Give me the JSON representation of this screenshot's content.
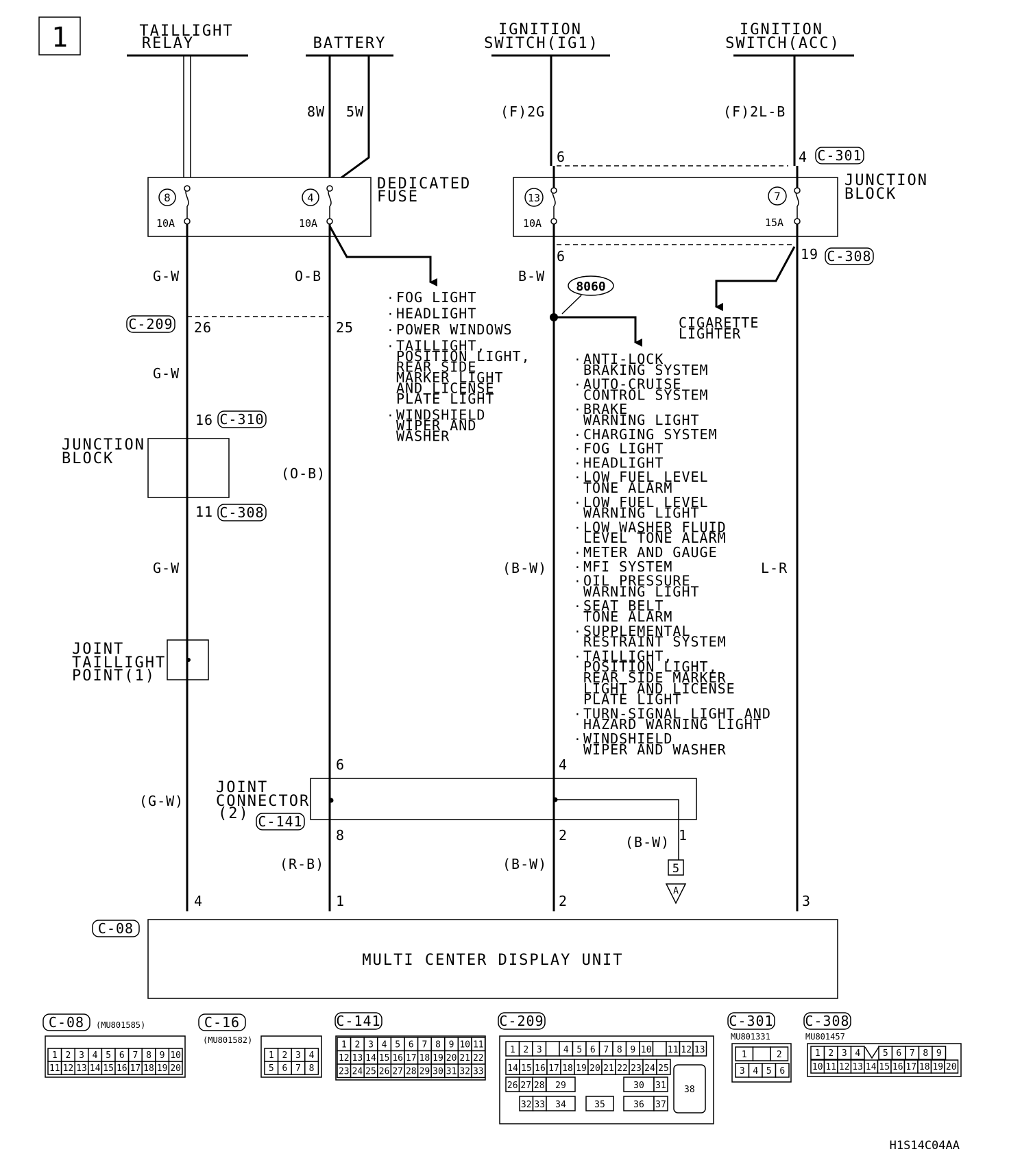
{
  "page_number": "1",
  "sources": {
    "taillight_relay": [
      "TAILLIGHT",
      "RELAY"
    ],
    "battery": "BATTERY",
    "ig1": [
      "IGNITION",
      "SWITCH(IG1)"
    ],
    "acc": [
      "IGNITION",
      "SWITCH(ACC)"
    ]
  },
  "wires": {
    "bat_8w": "8W",
    "bat_5w": "5W",
    "ig1_wire": "(F)2G",
    "acc_wire": "(F)2L-B",
    "gw1": "G-W",
    "ob": "O-B",
    "bw": "B-W",
    "gw2": "G-W",
    "gw3": "G-W",
    "ob_paren": "(O-B)",
    "bw_paren": "(B-W)",
    "lr": "L-R",
    "gw_paren": "(G-W)",
    "rb_paren": "(R-B)",
    "bw_paren2": "(B-W)",
    "bw_branch": "(B-W)"
  },
  "dedicated_fuse": {
    "label": [
      "DEDICATED",
      "FUSE"
    ],
    "fuse_a": {
      "num": "8",
      "amps": "10A"
    },
    "fuse_b": {
      "num": "4",
      "amps": "10A"
    }
  },
  "junction_block_top": {
    "label": [
      "JUNCTION",
      "BLOCK"
    ],
    "fuse_a": {
      "num": "13",
      "amps": "10A"
    },
    "fuse_b": {
      "num": "7",
      "amps": "15A"
    }
  },
  "connectors": {
    "c301": "C-301",
    "c308a": "C-308",
    "c209": "C-209",
    "c310": "C-310",
    "c308b": "C-308",
    "c141": "C-141",
    "c08": "C-08"
  },
  "pins": {
    "p6_ig1_top": "6",
    "p4_acc_top": "4",
    "p6_ig1_bot": "6",
    "p19_acc": "19",
    "p26": "26",
    "p25": "25",
    "p16": "16",
    "p11": "11",
    "p6_jc": "6",
    "p4_jc": "4",
    "p8_jc": "8",
    "p2_jc": "2",
    "p1_jc": "1",
    "p4_unit": "4",
    "p1_unit": "1",
    "p2_unit": "2",
    "p3_unit": "3"
  },
  "splice": "8060",
  "battery_loads": [
    [
      "FOG LIGHT"
    ],
    [
      "HEADLIGHT"
    ],
    [
      "POWER WINDOWS"
    ],
    [
      "TAILLIGHT,",
      "POSITION LIGHT,",
      "REAR SIDE",
      "MARKER LIGHT",
      "AND LICENSE",
      "PLATE LIGHT"
    ],
    [
      "WINDSHIELD",
      "WIPER AND",
      "WASHER"
    ]
  ],
  "ig1_loads": [
    [
      "ANTI-LOCK",
      "BRAKING SYSTEM"
    ],
    [
      "AUTO-CRUISE",
      "CONTROL SYSTEM"
    ],
    [
      "BRAKE",
      "WARNING LIGHT"
    ],
    [
      "CHARGING SYSTEM"
    ],
    [
      "FOG LIGHT"
    ],
    [
      "HEADLIGHT"
    ],
    [
      "LOW FUEL LEVEL",
      "TONE ALARM"
    ],
    [
      "LOW FUEL LEVEL",
      "WARNING LIGHT"
    ],
    [
      "LOW WASHER FLUID",
      "LEVEL TONE ALARM"
    ],
    [
      "METER AND GAUGE"
    ],
    [
      "MFI SYSTEM"
    ],
    [
      "OIL PRESSURE",
      "WARNING LIGHT"
    ],
    [
      "SEAT BELT",
      "TONE ALARM"
    ],
    [
      "SUPPLEMENTAL",
      "RESTRAINT SYSTEM"
    ],
    [
      "TAILLIGHT,",
      "POSITION LIGHT,",
      "REAR SIDE MARKER",
      "LIGHT AND LICENSE",
      "PLATE LIGHT"
    ],
    [
      "TURN-SIGNAL LIGHT AND",
      "HAZARD WARNING LIGHT"
    ],
    [
      "WINDSHIELD",
      "WIPER AND WASHER"
    ]
  ],
  "cigarette_lighter": [
    "CIGARETTE",
    "LIGHTER"
  ],
  "junction_block_mid": [
    "JUNCTION",
    "BLOCK"
  ],
  "joint_taillight": [
    "JOINT",
    "TAILLIGHT",
    "POINT(1)"
  ],
  "joint_connector": [
    "JOINT",
    "CONNECTOR",
    "(2)"
  ],
  "ref_box": "5",
  "ref_triangle": "A",
  "unit_name": "MULTI CENTER DISPLAY UNIT",
  "connector_views": {
    "c08": {
      "name": "C-08",
      "part": "(MU801585)",
      "rows": [
        [
          "1",
          "2",
          "3",
          "4",
          "5",
          "6",
          "7",
          "8",
          "9",
          "10"
        ],
        [
          "11",
          "12",
          "13",
          "14",
          "15",
          "16",
          "17",
          "18",
          "19",
          "20"
        ]
      ]
    },
    "c16": {
      "name": "C-16",
      "part": "(MU801582)",
      "rows": [
        [
          "1",
          "2",
          "3",
          "4"
        ],
        [
          "5",
          "6",
          "7",
          "8"
        ]
      ]
    },
    "c141": {
      "name": "C-141",
      "rows": [
        [
          "1",
          "2",
          "3",
          "4",
          "5",
          "6",
          "7",
          "8",
          "9",
          "10",
          "11"
        ],
        [
          "12",
          "13",
          "14",
          "15",
          "16",
          "17",
          "18",
          "19",
          "20",
          "21",
          "22"
        ],
        [
          "23",
          "24",
          "25",
          "26",
          "27",
          "28",
          "29",
          "30",
          "31",
          "32",
          "33"
        ]
      ]
    },
    "c209": {
      "name": "C-209",
      "row1": [
        "1",
        "2",
        "3",
        "",
        "4",
        "5",
        "6",
        "7",
        "8",
        "9",
        "10",
        "",
        "11",
        "12",
        "13"
      ],
      "row2": [
        "14",
        "15",
        "16",
        "17",
        "18",
        "19",
        "20",
        "21",
        "22",
        "23",
        "24",
        "25"
      ],
      "row3": [
        "26",
        "27",
        "28",
        "29",
        "30",
        "31"
      ],
      "row4": [
        "32",
        "33",
        "34",
        "35",
        "36",
        "37"
      ],
      "big": "38"
    },
    "c301": {
      "name": "C-301",
      "part": "MU801331",
      "rows": [
        [
          "1",
          "",
          "2"
        ],
        [
          "3",
          "4",
          "5",
          "6"
        ]
      ]
    },
    "c308": {
      "name": "C-308",
      "part": "MU801457",
      "rows": [
        [
          "1",
          "2",
          "3",
          "4",
          "",
          "5",
          "6",
          "7",
          "8",
          "9"
        ],
        [
          "10",
          "11",
          "12",
          "13",
          "14",
          "15",
          "16",
          "17",
          "18",
          "19",
          "20"
        ]
      ]
    }
  },
  "drawing_code": "H1S14C04AA"
}
